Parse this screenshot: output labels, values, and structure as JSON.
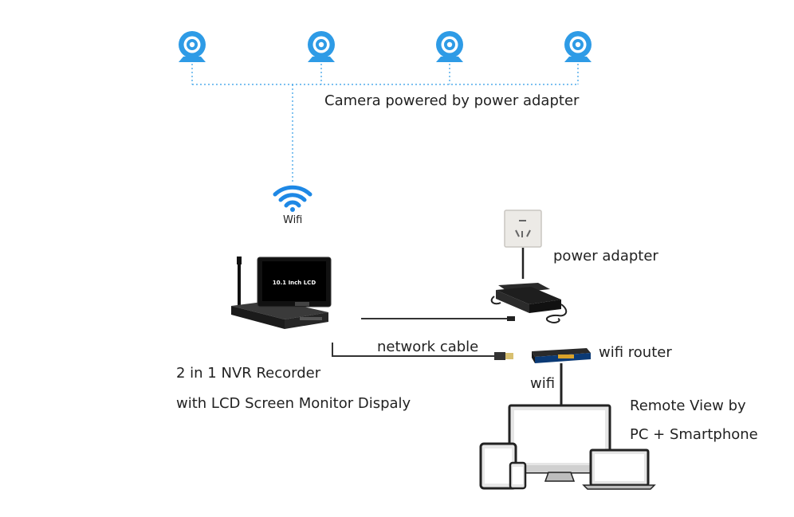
{
  "labels": {
    "camera_power": "Camera powered by power adapter",
    "wifi_camera": "Wifi",
    "power_adapter": "power adapter",
    "network_cable": "network cable",
    "wifi_router": "wifi router",
    "nvr_line1": "2 in 1 NVR Recorder",
    "nvr_line2": "with LCD Screen Monitor Dispaly",
    "wifi_link": "wifi",
    "remote_line1": "Remote View by",
    "remote_line2": "PC + Smartphone",
    "lcd_screen_text": "10.1 Inch LCD"
  },
  "cameras": [
    "camera",
    "camera",
    "camera",
    "camera"
  ],
  "icons": {
    "camera": "camera-icon",
    "wifi": "wifi-icon",
    "outlet": "wall-outlet-icon",
    "adapter": "power-adapter-icon",
    "router": "router-icon",
    "nvr": "nvr-recorder-icon",
    "devices": "devices-icon"
  },
  "colors": {
    "camera_blue": "#2E9BE6",
    "wifi_blue": "#1E88E5",
    "dashed_line": "#2E9BE6",
    "cable": "#333333"
  }
}
